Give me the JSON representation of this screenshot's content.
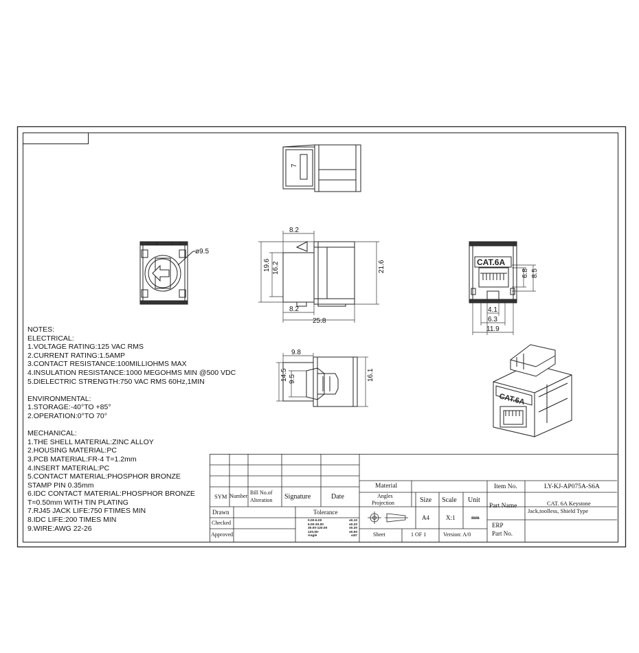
{
  "notes": {
    "lines": [
      "NOTES:",
      " ELECTRICAL:",
      "   1.VOLTAGE RATING:125 VAC RMS",
      "   2.CURRENT RATING:1.5AMP",
      "   3.CONTACT RESISTANCE:100MILLIOHMS MAX",
      "   4.INSULATION RESISTANCE:1000 MEGOHMS MIN @500 VDC",
      "   5.DIELECTRIC STRENGTH:750 VAC RMS 60Hz,1MIN",
      "",
      "ENVIRONMENTAL:",
      "   1.STORAGE:-40°TO +85°",
      "   2.OPERATION:0°TO 70°",
      "",
      "MECHANICAL:",
      "  1.THE SHELL MATERIAL:ZINC ALLOY",
      "  2.HOUSING MATERIAL:PC",
      "  3.PCB MATERIAL:FR-4 T=1.2mm",
      "  4.INSERT MATERIAL:PC",
      "  5.CONTACT MATERIAL:PHOSPHOR BRONZE",
      "       STAMP PIN 0.35mm",
      "  6.IDC CONTACT MATERIAL:PHOSPHOR BRONZE",
      "       T=0.50mm WITH TIN PLATING",
      "  7.RJ45 JACK  LIFE:750 FTIMES MIN",
      "  8.IDC LIFE:200 TIMES MIN",
      "  9.WIRE:AWG 22-26"
    ]
  },
  "dims": {
    "top_7": "7",
    "front_dia": "ø9.5",
    "side_8_2_top": "8.2",
    "side_19_6": "19.6",
    "side_16_2": "16.2",
    "side_21_6": "21.6",
    "side_8_2_bot": "8.2",
    "side_25_8": "25.8",
    "rear_6_8": "6.8",
    "rear_8_5": "8.5",
    "rear_4_1": "4.1",
    "rear_6_3": "6.3",
    "rear_11_9": "11.9",
    "bot_9_8": "9.8",
    "bot_14_5": "14.5",
    "bot_9_5": "9.5",
    "bot_16_1": "16.1"
  },
  "product_label": "CAT.6A",
  "title_block": {
    "rev_headers": {
      "sym": "SYM",
      "number": "Number",
      "bill1": "Bill No.of",
      "bill2": "Alteration",
      "signature": "Signature",
      "date": "Date"
    },
    "drawn": "Drawn",
    "checked": "Checked",
    "approved": "Approved",
    "tolerance_label": "Tolerance",
    "tolerance_rows": [
      [
        "0.00-6.00",
        "±0.10"
      ],
      [
        "6.00-30.00",
        "±0.20"
      ],
      [
        "30.00-120.00",
        "±0.30"
      ],
      [
        "120.00-",
        "±0.50"
      ],
      [
        "Angle",
        "±30'"
      ]
    ],
    "material": "Material",
    "angles_projection1": "Angles",
    "angles_projection2": "Projection",
    "size_label": "Size",
    "size_value": "A4",
    "scale_label": "Scale",
    "scale_value": "X:1",
    "unit_label": "Unit",
    "unit_value": "mm",
    "sheet_label": "Sheet",
    "sheet_value": "1 OF 1",
    "version": "Version: A/0",
    "item_no_label": "Item No.",
    "item_no_value": "LY-KJ-AP075A-S6A",
    "part_name_label": "Part Name",
    "part_name_line1": "CAT. 6A Keystone",
    "part_name_line2": "Jack,toolless, Shield Type",
    "erp1": "ERP",
    "erp2": "Part No."
  }
}
